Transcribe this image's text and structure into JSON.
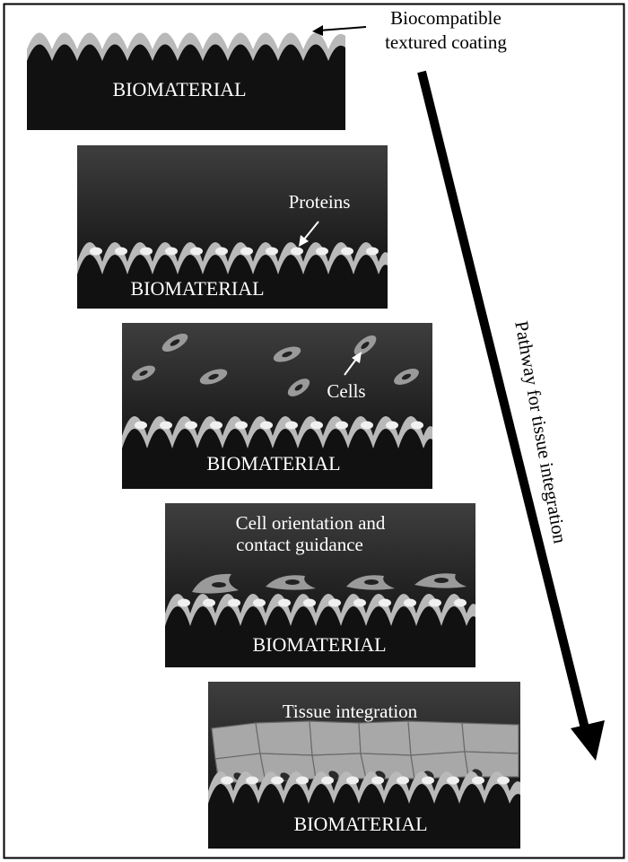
{
  "panels": [
    {
      "label": "BIOMATERIAL",
      "annotation": [
        "Biocompatible",
        "textured coating"
      ]
    },
    {
      "label": "BIOMATERIAL",
      "annotation": [
        "Proteins"
      ]
    },
    {
      "label": "BIOMATERIAL",
      "annotation": [
        "Cells"
      ]
    },
    {
      "label": "BIOMATERIAL",
      "annotation": [
        "Cell orientation and",
        "contact guidance"
      ]
    },
    {
      "label": "BIOMATERIAL",
      "annotation": [
        "Tissue integration"
      ]
    }
  ],
  "pathway_label": "Pathway for tissue integration",
  "colors": {
    "panel_bg": "#111111",
    "panel_gradient_top": "#3e3e3e",
    "coating": "#b9b9b9",
    "protein": "#f0f0f0",
    "cell": "#9a9a9a",
    "nucleus": "#222222",
    "tissue": "#a8a8a8",
    "arrow": "#000000"
  }
}
